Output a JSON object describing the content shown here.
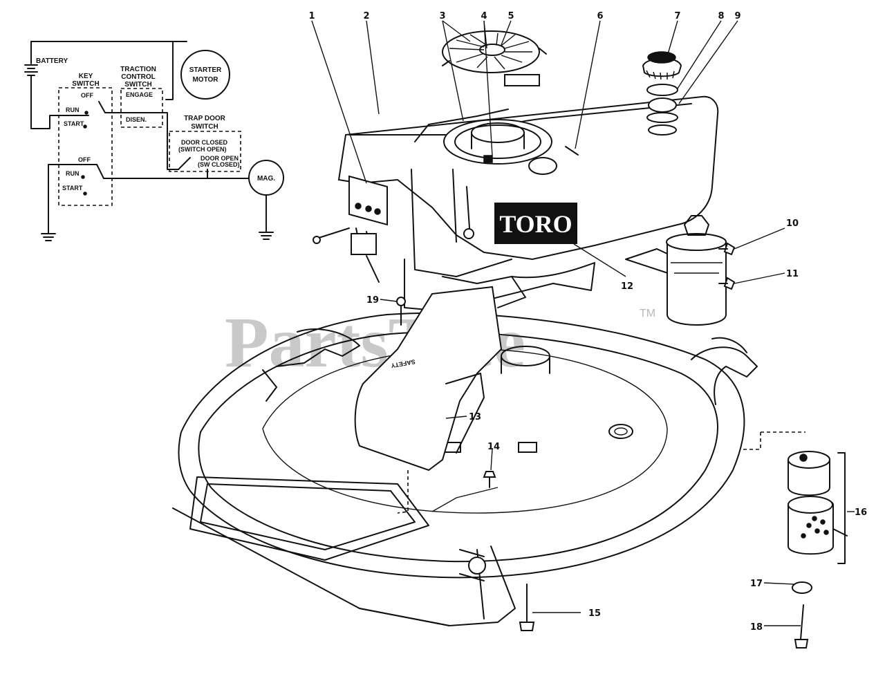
{
  "watermark": {
    "text": "PartsTree",
    "tm": "TM"
  },
  "brand_plate": "TORO",
  "callouts": [
    "1",
    "2",
    "3",
    "4",
    "5",
    "6",
    "7",
    "8",
    "9",
    "10",
    "11",
    "12",
    "13",
    "14",
    "15",
    "16",
    "17",
    "18",
    "19"
  ],
  "wiring": {
    "battery": "BATTERY",
    "starter_motor": [
      "STARTER",
      "MOTOR"
    ],
    "key_switch": [
      "KEY",
      "SWITCH"
    ],
    "traction_control_switch": [
      "TRACTION",
      "CONTROL",
      "SWITCH"
    ],
    "engage": "ENGAGE",
    "disen": "DISEN.",
    "trap_door_switch": [
      "TRAP DOOR",
      "SWITCH"
    ],
    "door_closed": "DOOR CLOSED",
    "switch_open": "(SWITCH OPEN)",
    "door_open": "DOOR OPEN",
    "sw_closed": "(SW CLOSED)",
    "off": "OFF",
    "run": "RUN",
    "start": "START",
    "mag": "MAG."
  }
}
